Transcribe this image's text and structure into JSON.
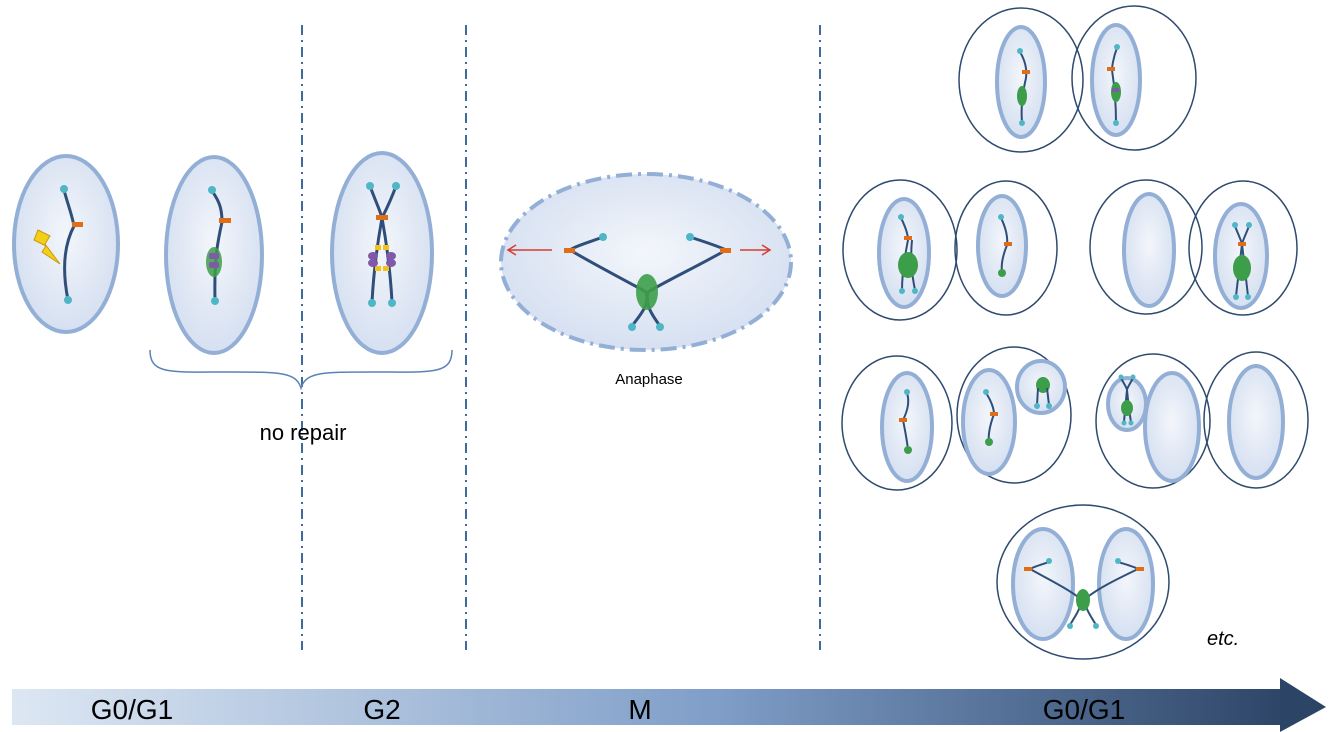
{
  "labels": {
    "no_repair": "no repair",
    "anaphase": "Anaphase",
    "etc": "etc."
  },
  "timeline": {
    "phases": [
      "G0/G1",
      "G2",
      "M",
      "G0/G1"
    ],
    "gradient_start": "#dde7f3",
    "gradient_end": "#2c4466"
  },
  "colors": {
    "cell_fill": "#dde6f3",
    "cell_stroke": "#93afd6",
    "outer_stroke": "#2e4a6e",
    "chromosome": "#2f4f7a",
    "telomere": "#4fb6c6",
    "break_marker": "#e06d18",
    "micronucleus": "#3d9e4a",
    "repair_protein": "#7e5aa8",
    "repair_factor": "#f2c21b",
    "lightning": "#f4cf1a",
    "arrow": "#d83a30",
    "divider": "#3d6b9e",
    "brace": "#5a82b5"
  },
  "icons": [
    "lightning-icon",
    "right-arrow-icon",
    "left-arrow-icon"
  ]
}
